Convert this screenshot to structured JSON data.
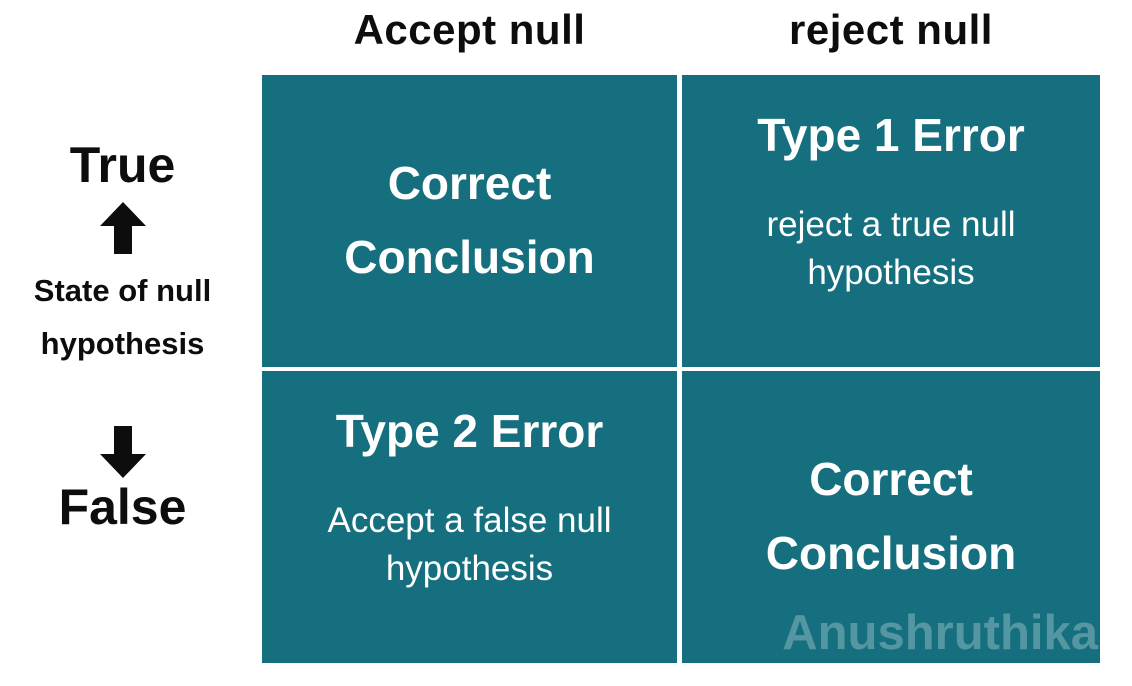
{
  "colors": {
    "cell": "#156f7e",
    "text-on-cell": "#ffffff",
    "label": "#0d0d0d",
    "background": "#ffffff",
    "watermark": "rgba(255,255,255,0.27)"
  },
  "column_headers": {
    "left": "Accept null",
    "right": "reject null"
  },
  "row_axis": {
    "top_label": "True",
    "axis_label": "State of null hypothesis",
    "bottom_label": "False",
    "up_arrow_icon": "up-arrow",
    "down_arrow_icon": "down-arrow"
  },
  "matrix": {
    "top_left": {
      "title": "Correct Conclusion"
    },
    "top_right": {
      "title": "Type 1 Error",
      "subtitle": "reject a true null hypothesis"
    },
    "bottom_left": {
      "title": "Type 2 Error",
      "subtitle": "Accept a false null hypothesis"
    },
    "bottom_right": {
      "title": "Correct Conclusion"
    }
  },
  "watermark": "Anushruthika"
}
